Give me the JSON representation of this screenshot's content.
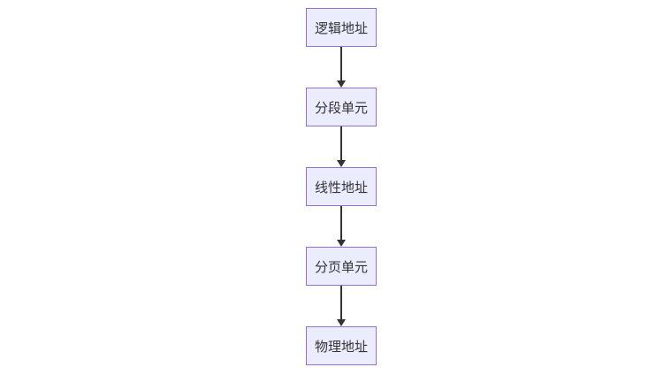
{
  "diagram": {
    "type": "flowchart-top-down",
    "background_color": "#ffffff",
    "node_fill_color": "#ECECFF",
    "node_border_color": "#9370DB",
    "node_text_color": "#333333",
    "arrow_color": "#333333",
    "nodes": [
      {
        "id": "logical-address",
        "label": "逻辑地址"
      },
      {
        "id": "segmentation-unit",
        "label": "分段单元"
      },
      {
        "id": "linear-address",
        "label": "线性地址"
      },
      {
        "id": "paging-unit",
        "label": "分页单元"
      },
      {
        "id": "physical-address",
        "label": "物理地址"
      }
    ],
    "edges": [
      {
        "from": "logical-address",
        "to": "segmentation-unit"
      },
      {
        "from": "segmentation-unit",
        "to": "linear-address"
      },
      {
        "from": "linear-address",
        "to": "paging-unit"
      },
      {
        "from": "paging-unit",
        "to": "physical-address"
      }
    ]
  }
}
